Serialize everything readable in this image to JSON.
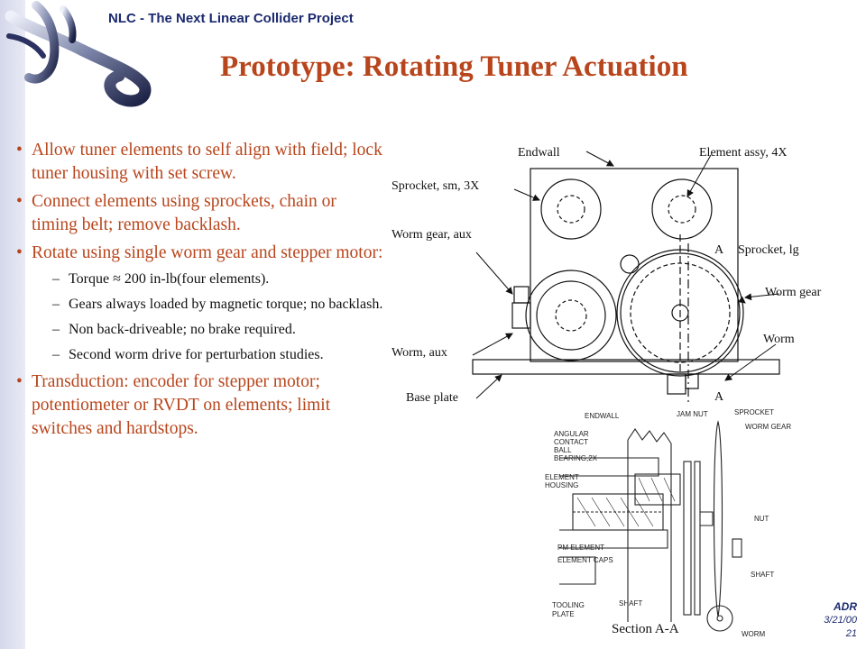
{
  "header": {
    "project": "NLC - The Next Linear Collider Project",
    "title": "Prototype: Rotating Tuner Actuation",
    "logo_icon": "nlc-logo-icon"
  },
  "bullets": [
    {
      "text": "Allow tuner elements to self align with field; lock tuner housing with set screw.",
      "subitems": []
    },
    {
      "text": "Connect elements using sprockets, chain or timing belt; remove backlash.",
      "subitems": []
    },
    {
      "text": "Rotate using single worm gear and stepper motor:",
      "subitems": [
        "Torque ≈ 200 in-lb(four elements).",
        "Gears always loaded by magnetic torque; no backlash.",
        " Non back-driveable; no brake required.",
        "Second worm drive for perturbation studies."
      ]
    },
    {
      "text": "Transduction: encoder for stepper motor; potentiometer or RVDT on elements; limit switches and hardstops.",
      "subitems": []
    }
  ],
  "diagram": {
    "labels": {
      "endwall": "Endwall",
      "element_assy": "Element assy, 4X",
      "sprocket_sm": "Sprocket, sm, 3X",
      "worm_gear_aux": "Worm gear, aux",
      "section_a_top": "A",
      "sprocket_lg": "Sprocket, lg",
      "worm_gear": "Worm gear",
      "worm": "Worm",
      "worm_aux": "Worm, aux",
      "base_plate": "Base plate",
      "section_a_bottom": "A"
    }
  },
  "sketch": {
    "labels": {
      "endwall": "ENDWALL",
      "jam_nut": "JAM NUT",
      "sprocket": "SPROCKET",
      "worm_gear": "WORM GEAR",
      "angular_1": "ANGULAR",
      "angular_2": "CONTACT",
      "angular_3": "BALL",
      "angular_4": "BEARING,2X",
      "element_housing_1": "ELEMENT",
      "element_housing_2": "HOUSING",
      "nut": "NUT",
      "shaft_right": "SHAFT",
      "pm_element": "PM ELEMENT",
      "element_caps": "ELEMENT CAPS",
      "tooling_plate_1": "TOOLING",
      "tooling_plate_2": "PLATE",
      "shaft_bottom": "SHAFT",
      "worm": "WORM"
    }
  },
  "caption": "Section A-A",
  "footer": {
    "author": "ADR",
    "date": "3/21/00",
    "page": "21"
  },
  "colors": {
    "title": "#b8451c",
    "header": "#1b2a6e",
    "sidebar": "#d4d8ea"
  }
}
